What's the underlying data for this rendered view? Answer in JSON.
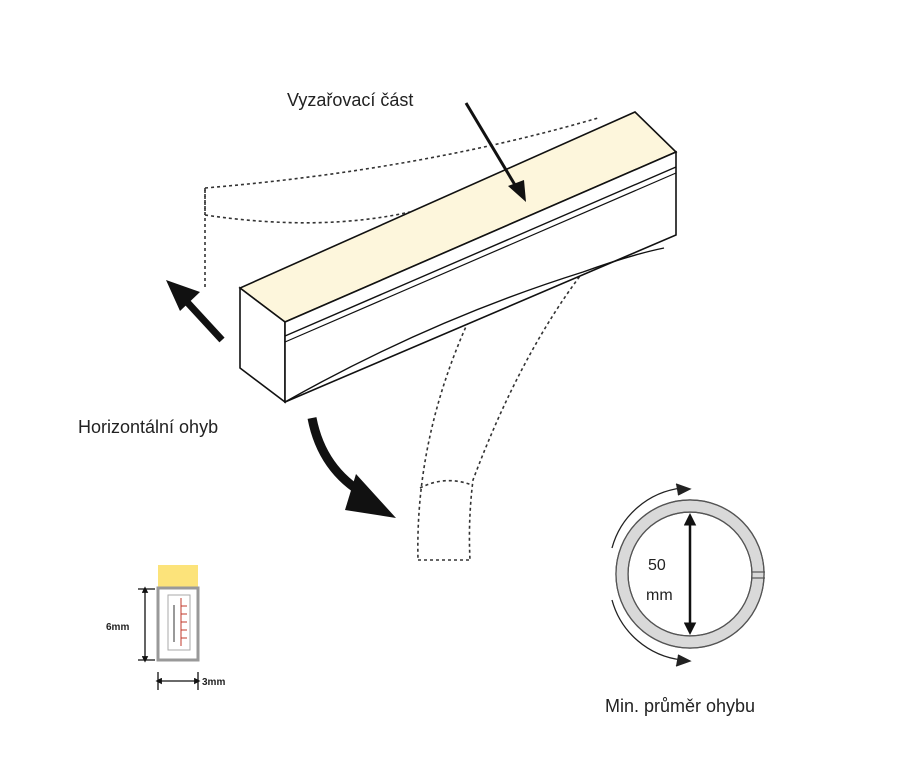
{
  "labels": {
    "emitting_part": "Vyzařovací část",
    "horizontal_bend": "Horizontální ohyb",
    "min_diameter": "Min. průměr ohybu",
    "diameter_value": "50",
    "diameter_unit": "mm",
    "height_dim": "6mm",
    "width_dim": "3mm"
  },
  "colors": {
    "emitting_strip": "#fdf6dc",
    "profile_yellow": "#fce37a",
    "ring_fill": "#d9d9d9",
    "line": "#222222"
  },
  "icons": {
    "pointer_arrow": "arrow-down-right-icon",
    "horizontal_arrow": "arrow-up-left-icon",
    "vertical_bend_arrow": "curved-arrow-down-icon",
    "ring_arrows": "circular-arrows-icon"
  }
}
